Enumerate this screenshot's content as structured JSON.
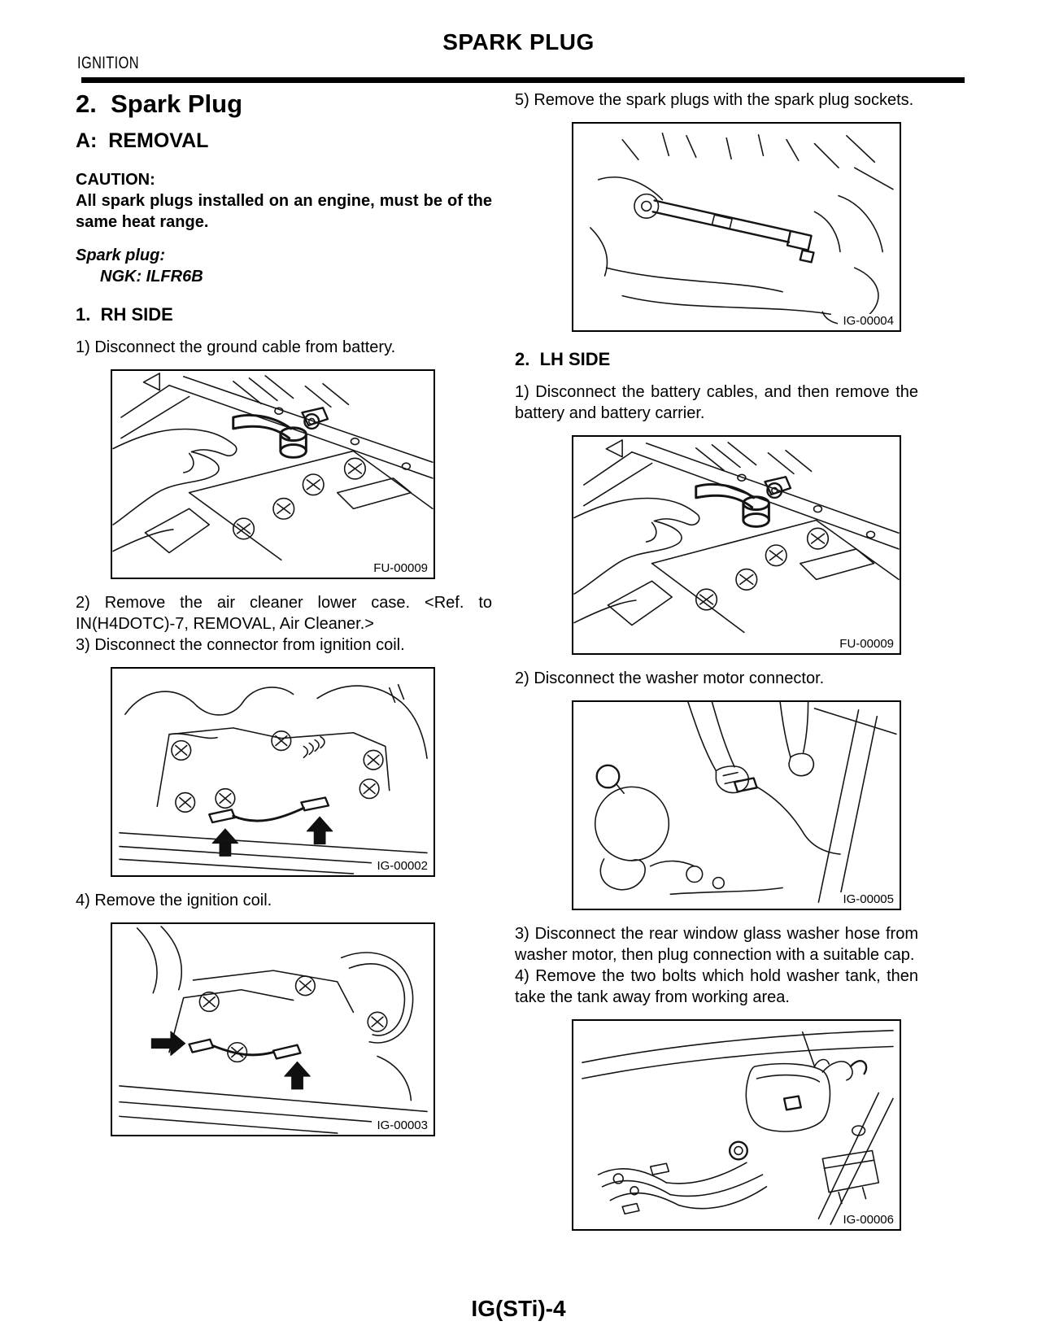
{
  "header": {
    "title": "SPARK PLUG",
    "chapter": "IGNITION"
  },
  "left_column": {
    "section_heading": "2.  Spark Plug",
    "sub_heading": "A:  REMOVAL",
    "caution": {
      "label": "CAUTION:",
      "text": "All spark plugs installed on an engine, must be of the same heat range."
    },
    "spec": {
      "label": "Spark plug:",
      "value": "NGK: ILFR6B"
    },
    "rh_heading": "1.  RH SIDE",
    "step1": "1) Disconnect the ground cable from battery.",
    "fig_battery_label": "FU-00009",
    "step2": "2) Remove the air cleaner lower case. <Ref. to IN(H4DOTC)-7, REMOVAL, Air Cleaner.>",
    "step3": "3) Disconnect the connector from ignition coil.",
    "fig_coil_connector_label": "IG-00002",
    "step4": "4) Remove the ignition coil.",
    "fig_coil_removal_label": "IG-00003"
  },
  "right_column": {
    "step5": "5) Remove the spark plugs with the spark plug sockets.",
    "fig_socket_label": "IG-00004",
    "lh_heading": "2.  LH SIDE",
    "lh_step1": "1) Disconnect the battery cables, and then remove the battery and battery carrier.",
    "fig_battery_label": "FU-00009",
    "lh_step2": "2) Disconnect the washer motor connector.",
    "fig_washer_motor_label": "IG-00005",
    "lh_step3": "3) Disconnect the rear window glass washer hose from washer motor, then plug connection with a suitable cap.",
    "lh_step4": "4) Remove the two bolts which hold washer tank, then take the tank away from working area.",
    "fig_washer_tank_label": "IG-00006"
  },
  "footer": {
    "page_number": "IG(STi)-4"
  }
}
